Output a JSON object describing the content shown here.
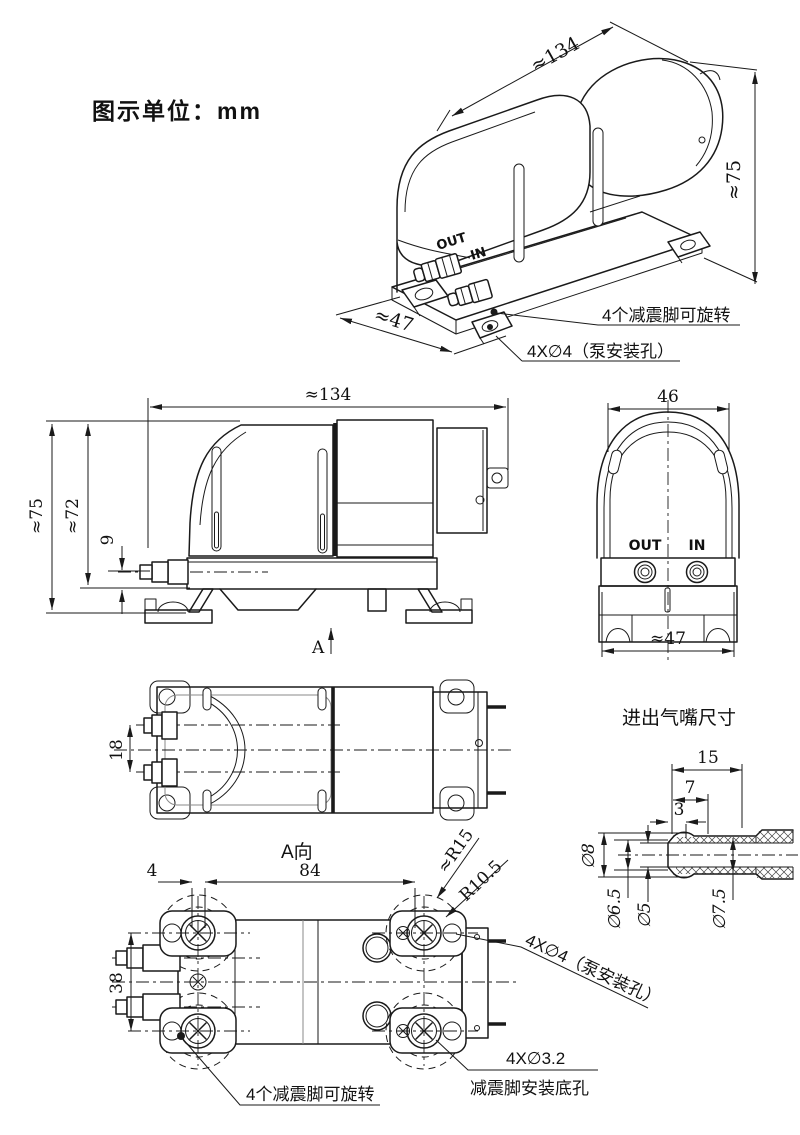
{
  "unit_label": "图示单位：mm",
  "colors": {
    "line": "#1a1a1a",
    "background": "#ffffff"
  },
  "iso_view": {
    "dim_length": "≈134",
    "dim_height": "≈75",
    "dim_width": "≈47",
    "label_out": "OUT",
    "label_in": "IN",
    "note_feet": "4个减震脚可旋转",
    "note_mount_holes": "4X∅4（泵安装孔）"
  },
  "side_view": {
    "dim_length": "≈134",
    "dim_height_total": "≈75",
    "dim_height_body": "≈72",
    "dim_nozzle_height": "9",
    "section_label": "A"
  },
  "front_view": {
    "dim_width_top": "46",
    "label_out": "OUT",
    "label_in": "IN",
    "dim_width_bottom": "≈47"
  },
  "top_view": {
    "dim_port_spacing": "18"
  },
  "nozzle_detail": {
    "title": "进出气嘴尺寸",
    "dim_length": "15",
    "dim_mid": "7",
    "dim_tip": "3",
    "dia_outer": "∅8",
    "dia_tip": "∅6.5",
    "dia_bore": "∅5",
    "dia_base": "∅7.5"
  },
  "bottom_view": {
    "title": "A向",
    "dim_hole_span": "84",
    "dim_offset": "4",
    "dim_width_span": "38",
    "dim_radius_outer": "≈R15",
    "dim_radius_inner": "R10.5",
    "note_mount_holes": "4X∅4（泵安装孔）",
    "note_foot_hole_spec": "4X∅3.2",
    "note_foot_hole_name": "减震脚安装底孔",
    "note_feet": "4个减震脚可旋转"
  }
}
